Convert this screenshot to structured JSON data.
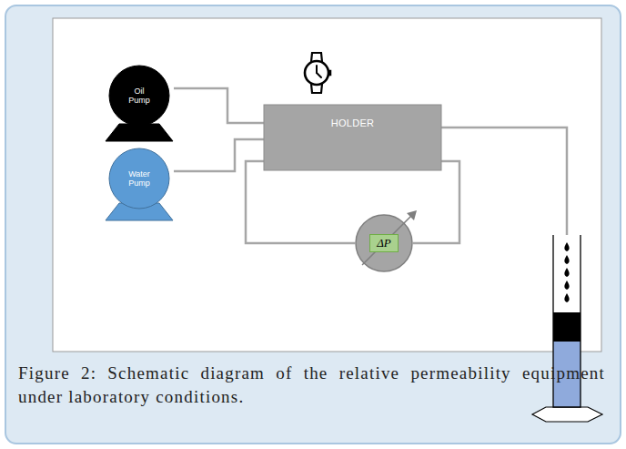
{
  "diagram": {
    "caption": "Figure 2: Schematic diagram of the relative permeability equipment under laboratory conditions.",
    "nodes": [
      {
        "text": [
          "Oil Pump"
        ]
      },
      {
        "text": [
          "Water Pump"
        ]
      },
      {
        "text": [
          "HOLDER"
        ]
      },
      {
        "text": [
          "ΔP"
        ]
      }
    ],
    "edges": [
      {
        "from": 0,
        "to": 2,
        "arrow": "none"
      },
      {
        "from": 1,
        "to": 2,
        "arrow": "none"
      },
      {
        "from": 2,
        "to": 3,
        "arrow": "none"
      },
      {
        "from": 3,
        "to": 2,
        "arrow": "none"
      }
    ]
  }
}
